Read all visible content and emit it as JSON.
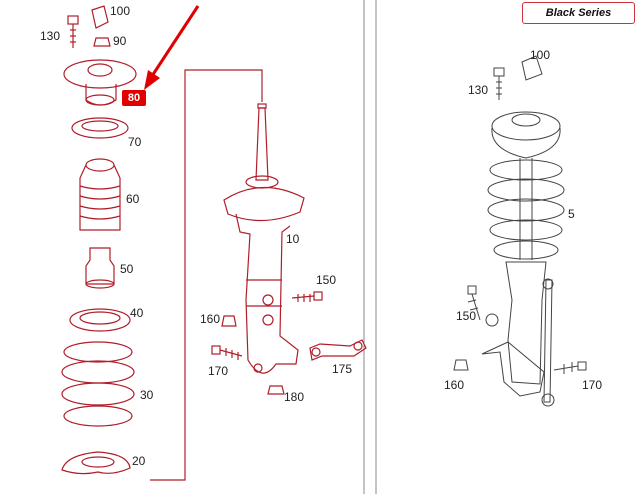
{
  "header": {
    "series_label": "Black Series"
  },
  "callout": {
    "highlighted": "80"
  },
  "left_stack": {
    "labels": {
      "p100": "100",
      "p130": "130",
      "p90": "90",
      "p70": "70",
      "p60": "60",
      "p50": "50",
      "p40": "40",
      "p30": "30",
      "p20": "20"
    }
  },
  "center_strut": {
    "labels": {
      "p10": "10",
      "p150": "150",
      "p160": "160",
      "p170": "170",
      "p175": "175",
      "p180": "180"
    }
  },
  "right_assembly": {
    "labels": {
      "p100": "100",
      "p130": "130",
      "p5": "5",
      "p150": "150",
      "p160": "160",
      "p170": "170"
    }
  },
  "colors": {
    "line_red": "#b01e2a",
    "arrow_red": "#e00000",
    "frame_gray": "#888888"
  }
}
